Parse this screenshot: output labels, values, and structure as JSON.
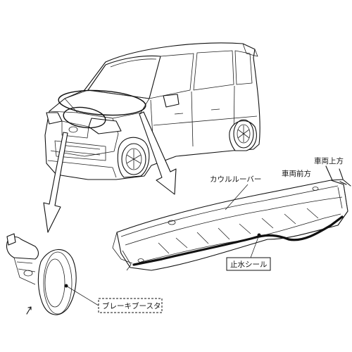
{
  "labels": {
    "cowl_louver": "カウルルーバー",
    "vehicle_front": "車両前方",
    "vehicle_up": "車両上方",
    "water_seal": "止水シール",
    "brake_booster": "ブレーキブースタ"
  }
}
